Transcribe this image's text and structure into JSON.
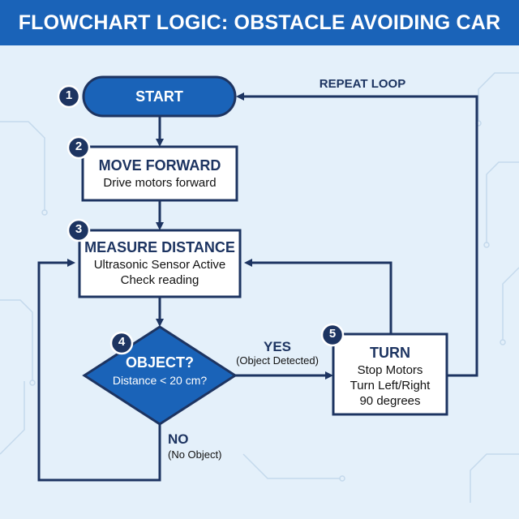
{
  "title": "FLOWCHART LOGIC: OBSTACLE AVOIDING CAR",
  "colors": {
    "header": "#1a63b8",
    "navy": "#1d3461",
    "accent": "#1a63b8",
    "background": "#e4f0fa",
    "box_fill": "#ffffff"
  },
  "steps": {
    "start": {
      "number": "1",
      "label": "START"
    },
    "move": {
      "number": "2",
      "title": "MOVE FORWARD",
      "text": "Drive motors forward"
    },
    "measure": {
      "number": "3",
      "title": "MEASURE DISTANCE",
      "line1": "Ultrasonic Sensor Active",
      "line2": "Check reading"
    },
    "decision": {
      "number": "4",
      "title": "OBJECT?",
      "text": "Distance < 20 cm?"
    },
    "turn": {
      "number": "5",
      "title": "TURN",
      "line1": "Stop Motors",
      "line2": "Turn Left/Right",
      "line3": "90 degrees"
    }
  },
  "edges": {
    "yes": {
      "label": "YES",
      "sub": "(Object Detected)"
    },
    "no": {
      "label": "NO",
      "sub": "(No Object)"
    },
    "repeat": {
      "label": "REPEAT LOOP"
    }
  }
}
